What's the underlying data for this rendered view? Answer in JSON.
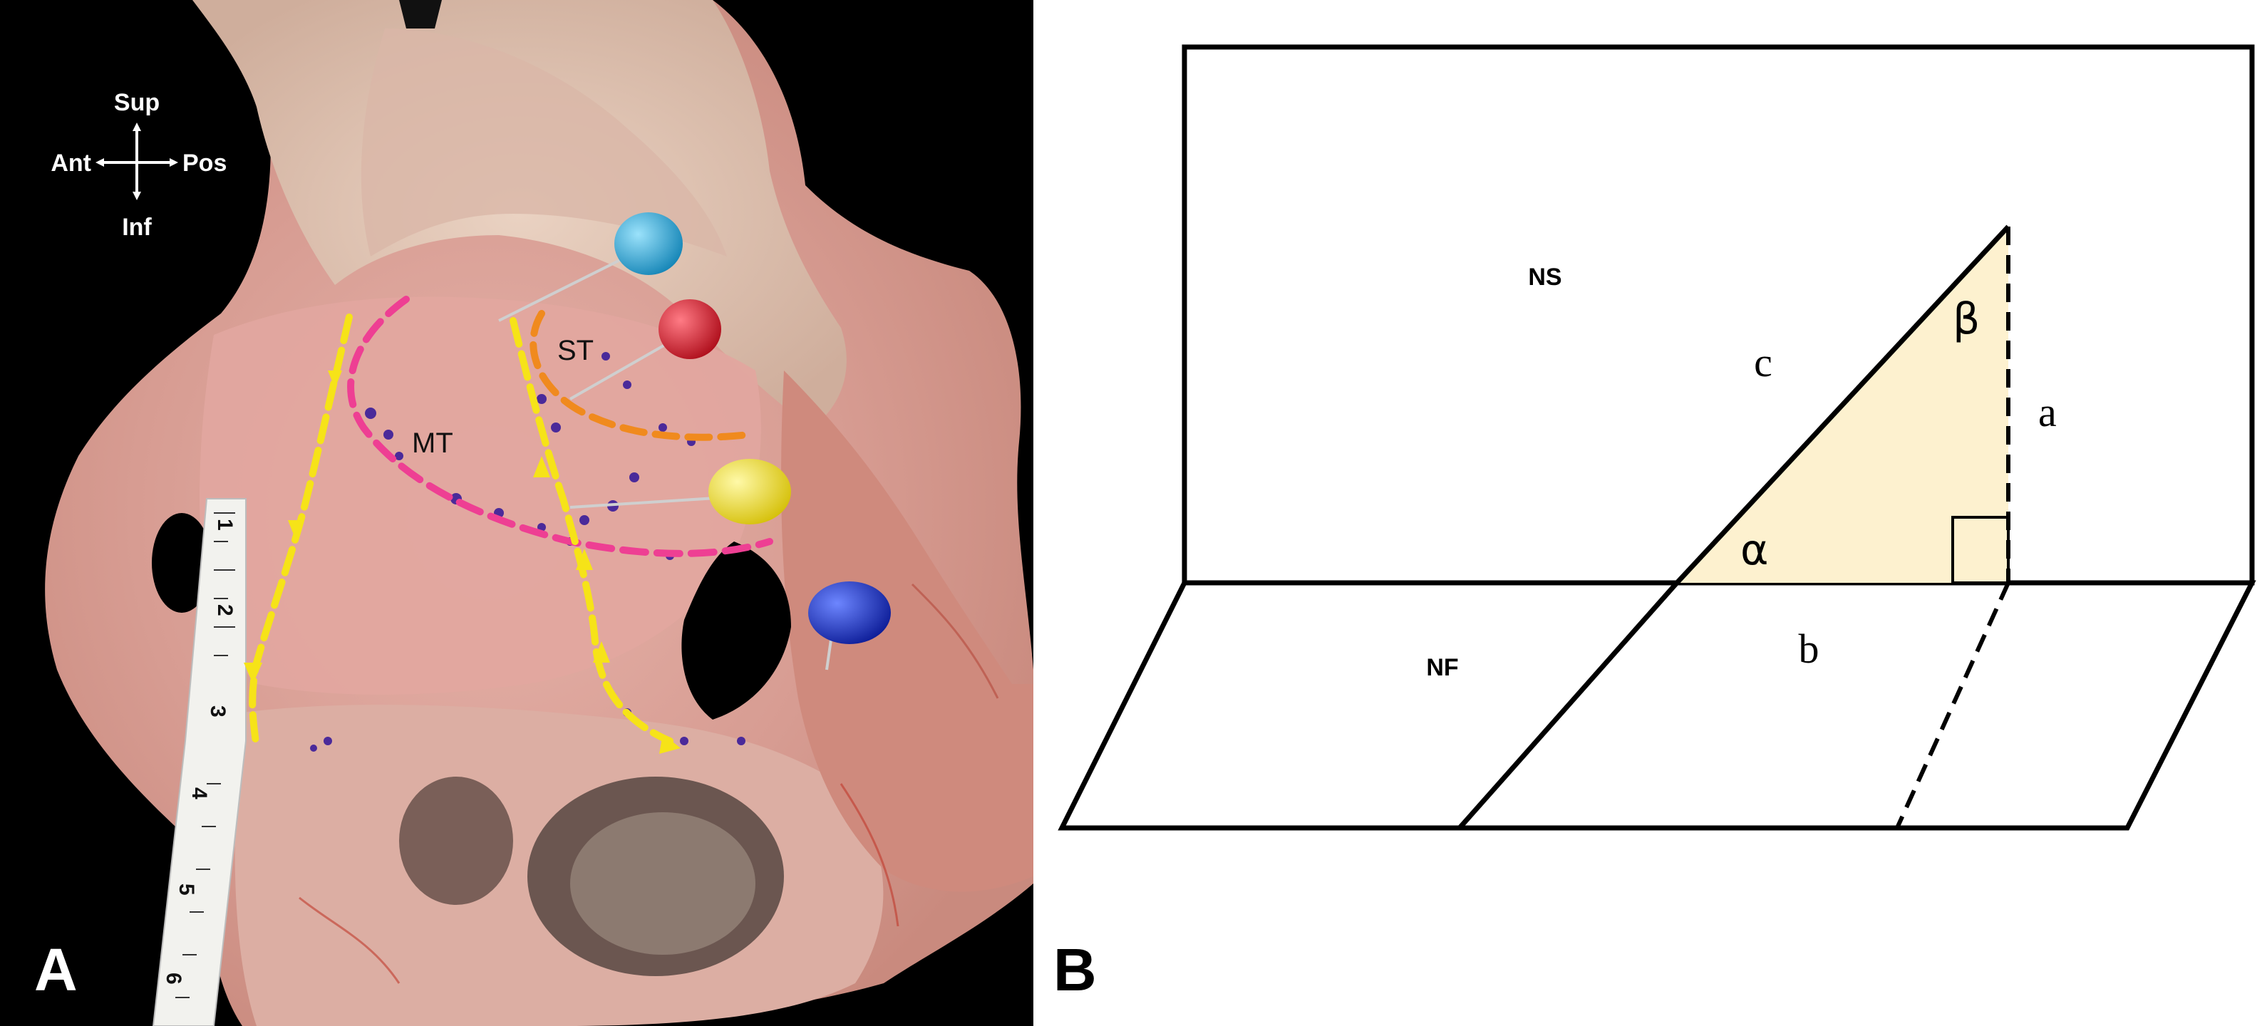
{
  "panel_a": {
    "letter": "A",
    "orientation": {
      "sup": "Sup",
      "inf": "Inf",
      "ant": "Ant",
      "pos": "Pos"
    },
    "labels": {
      "mt": "MT",
      "st": "ST"
    },
    "ruler_ticks": [
      "1",
      "2",
      "3",
      "4",
      "5",
      "6"
    ],
    "pins": [
      {
        "name": "light-blue-pin",
        "color": "#2aa8d8"
      },
      {
        "name": "red-pin",
        "color": "#d21f2c"
      },
      {
        "name": "yellow-pin",
        "color": "#f2e21a"
      },
      {
        "name": "dark-blue-pin",
        "color": "#1a33c8"
      }
    ],
    "line_colors": {
      "yellow": "#f6e318",
      "magenta": "#ee3f93",
      "orange": "#f08a1e"
    }
  },
  "panel_b": {
    "letter": "B",
    "plane_labels": {
      "ns": "NS",
      "nf": "NF"
    },
    "side_labels": {
      "a": "a",
      "b": "b",
      "c": "c"
    },
    "angle_labels": {
      "alpha": "α",
      "beta": "β"
    },
    "triangle_fill": "#fdf1cf"
  }
}
